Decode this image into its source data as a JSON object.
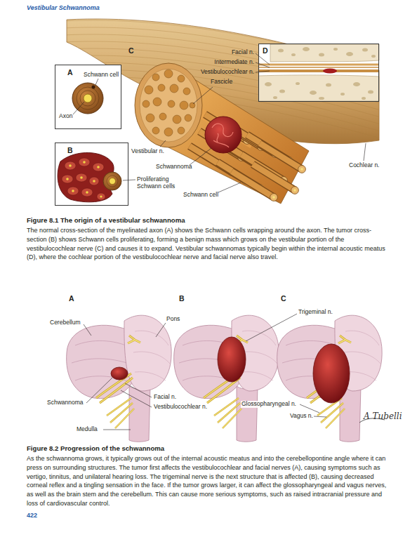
{
  "diagram": {
    "nodes": [
      {
        "text": [
          "A",
          "Schwann cell",
          "Axon"
        ]
      },
      {
        "text": [
          "B"
        ]
      },
      {
        "text": [
          "D"
        ]
      }
    ],
    "labels": [
      "Vestibular Schwannoma",
      "C",
      "Facial n.",
      "Intermediate n.",
      "Vestibulocochlear n.",
      "Fascicle",
      "Proliferating Schwann cells",
      "Vestibular n.",
      "Schwannoma",
      "Schwann cell",
      "Cochlear n.",
      "Figure 8.1 The origin of a vestibular schwannoma",
      "The normal cross-section of the myelinated axon (A) shows the Schwann cells wrapping around the axon. The tumor cross-section (B) shows Schwann cells proliferating, forming a benign mass which grows on the vestibular portion of the vestibulocochlear nerve (C) and causes it to expand. Vestibular schwannomas typically begin within the internal acoustic meatus (D), where the cochlear portion of the vestibulocochlear nerve and facial nerve also travel.",
      "A",
      "B",
      "C",
      "Cerebellum",
      "Pons",
      "Trigeminal n.",
      "Schwannoma",
      "Facial n.",
      "Vestibulocochlear n.",
      "Medulla",
      "Glossopharyngeal n.",
      "Vagus n.",
      "A Tubelli",
      "Figure 8.2 Progression of the schwannoma",
      "As the schwannoma grows, it typically grows out of the internal acoustic meatus and into the cerebellopontine angle where it can press on surrounding structures. The tumor first affects the vestibulocochlear and facial nerves (A), causing symptoms such as vertigo, tinnitus, and unilateral hearing loss. The trigeminal nerve is the next structure that is affected (B), causing decreased corneal reflex and a tingling sensation in the face. If the tumor grows larger, it can affect the glossopharyngeal and vagus nerves, as well as the brain stem and the cerebellum. This can cause more serious symptoms, such as raised intracranial pressure and loss of cardiovascular control.",
      "422"
    ]
  }
}
